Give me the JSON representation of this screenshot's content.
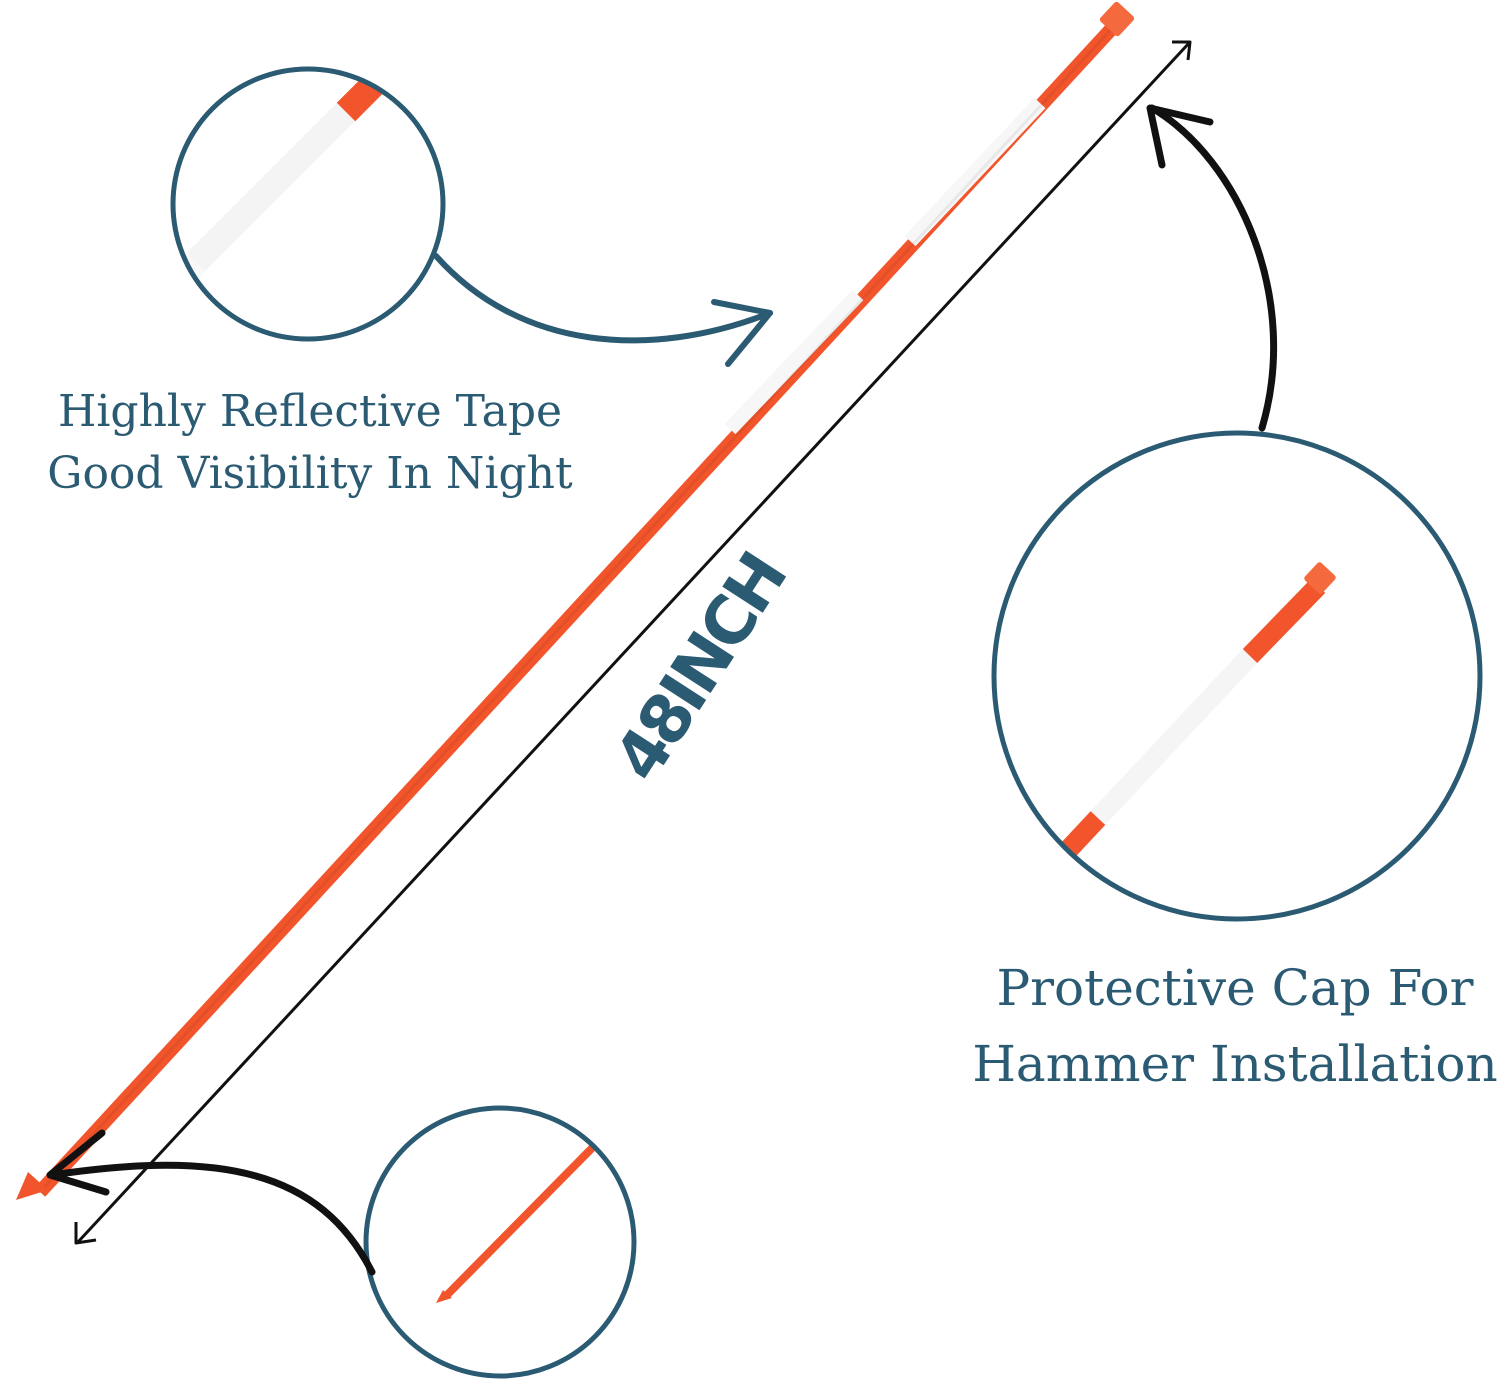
{
  "product": {
    "length_label": "48INCH"
  },
  "callouts": {
    "reflective_tape": {
      "line1": "Highly Reflective Tape",
      "line2": "Good Visibility In Night"
    },
    "protective_cap": {
      "line1": "Protective Cap For",
      "line2": "Hammer Installation"
    }
  },
  "colors": {
    "stake_orange": "#f2552b",
    "reflective_white": "#f7f7f7",
    "callout_blue": "#2b5a73",
    "arrow_black": "#111111",
    "background": "#ffffff"
  },
  "icons": [
    "magnifier-circle-tape",
    "magnifier-circle-cap",
    "magnifier-circle-tip",
    "curved-arrow",
    "dimension-arrow"
  ]
}
